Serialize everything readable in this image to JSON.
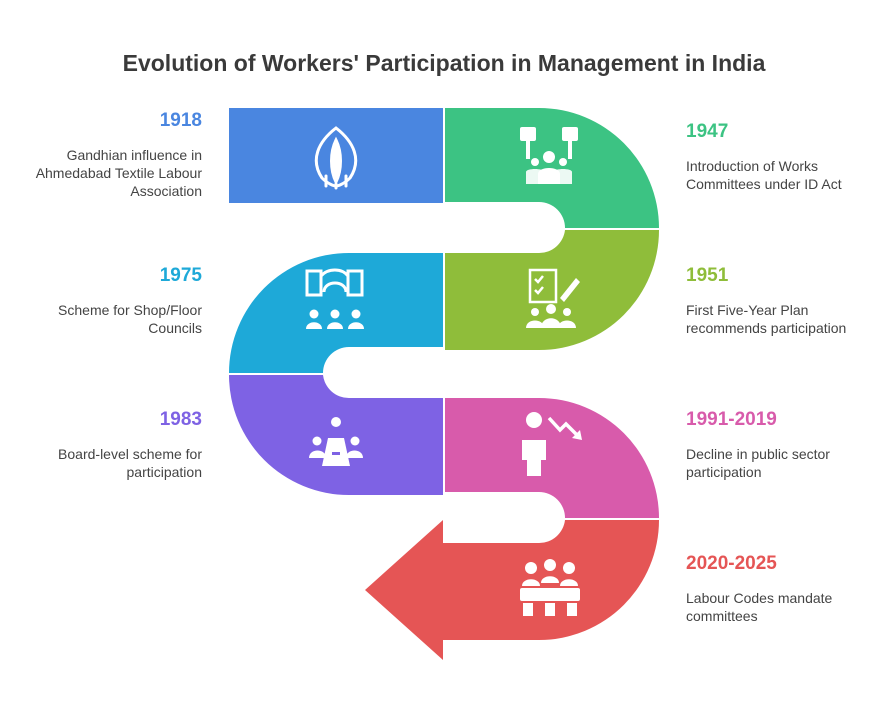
{
  "title": "Evolution of Workers' Participation in Management in India",
  "events": [
    {
      "year": "1918",
      "desc": "Gandhian influence in Ahmedabad Textile Labour Association",
      "color": "#4a86e0",
      "icon": "lotus-icon"
    },
    {
      "year": "1947",
      "desc": "Introduction of Works Committees under ID Act",
      "color": "#3cc383",
      "icon": "workers-protest-icon"
    },
    {
      "year": "1975",
      "desc": "Scheme for Shop/Floor Councils",
      "color": "#1ea9d8",
      "icon": "council-group-icon"
    },
    {
      "year": "1951",
      "desc": "First Five-Year Plan recommends participation",
      "color": "#8fbd3a",
      "icon": "planning-checklist-icon"
    },
    {
      "year": "1983",
      "desc": "Board-level scheme for participation",
      "color": "#7e62e4",
      "icon": "boardroom-meeting-icon"
    },
    {
      "year": "1991-2019",
      "desc": "Decline in public sector participation",
      "color": "#d85bab",
      "icon": "decline-person-icon"
    },
    {
      "year": "2020-2025",
      "desc": "Labour Codes mandate committees",
      "color": "#e55555",
      "icon": "committee-people-icon"
    }
  ]
}
